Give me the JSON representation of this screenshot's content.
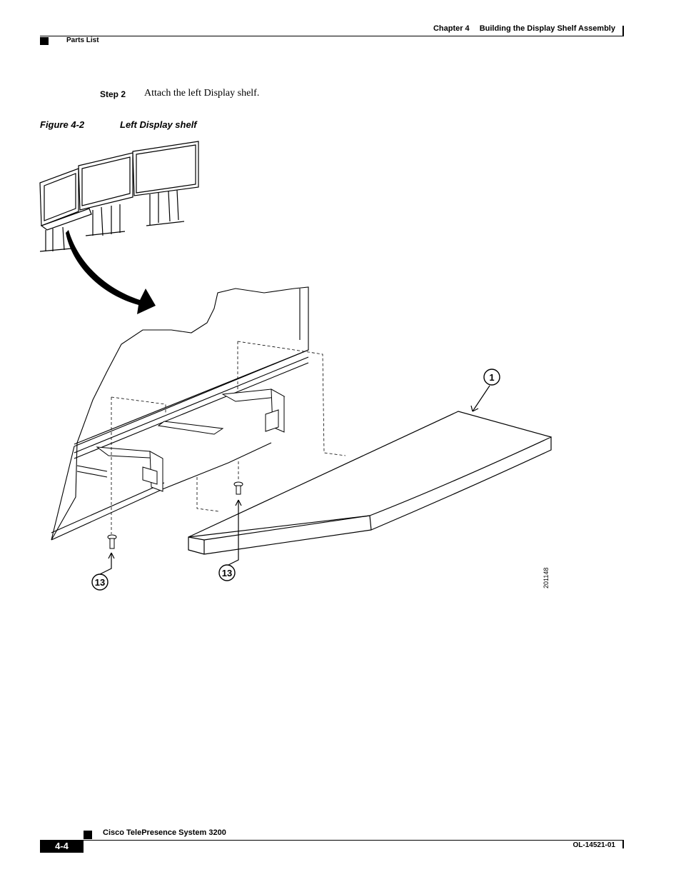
{
  "header": {
    "chapter": "Chapter 4",
    "chapter_title": "Building the Display Shelf Assembly",
    "section": "Parts List"
  },
  "step": {
    "label": "Step 2",
    "text": "Attach the left Display shelf."
  },
  "figure": {
    "number": "Figure 4-2",
    "title": "Left Display shelf",
    "callouts": {
      "shelf": "1",
      "screw_left": "13",
      "screw_right": "13"
    },
    "art_id": "201148"
  },
  "footer": {
    "book_title": "Cisco TelePresence System 3200",
    "page_number": "4-4",
    "doc_number": "OL-14521-01"
  }
}
